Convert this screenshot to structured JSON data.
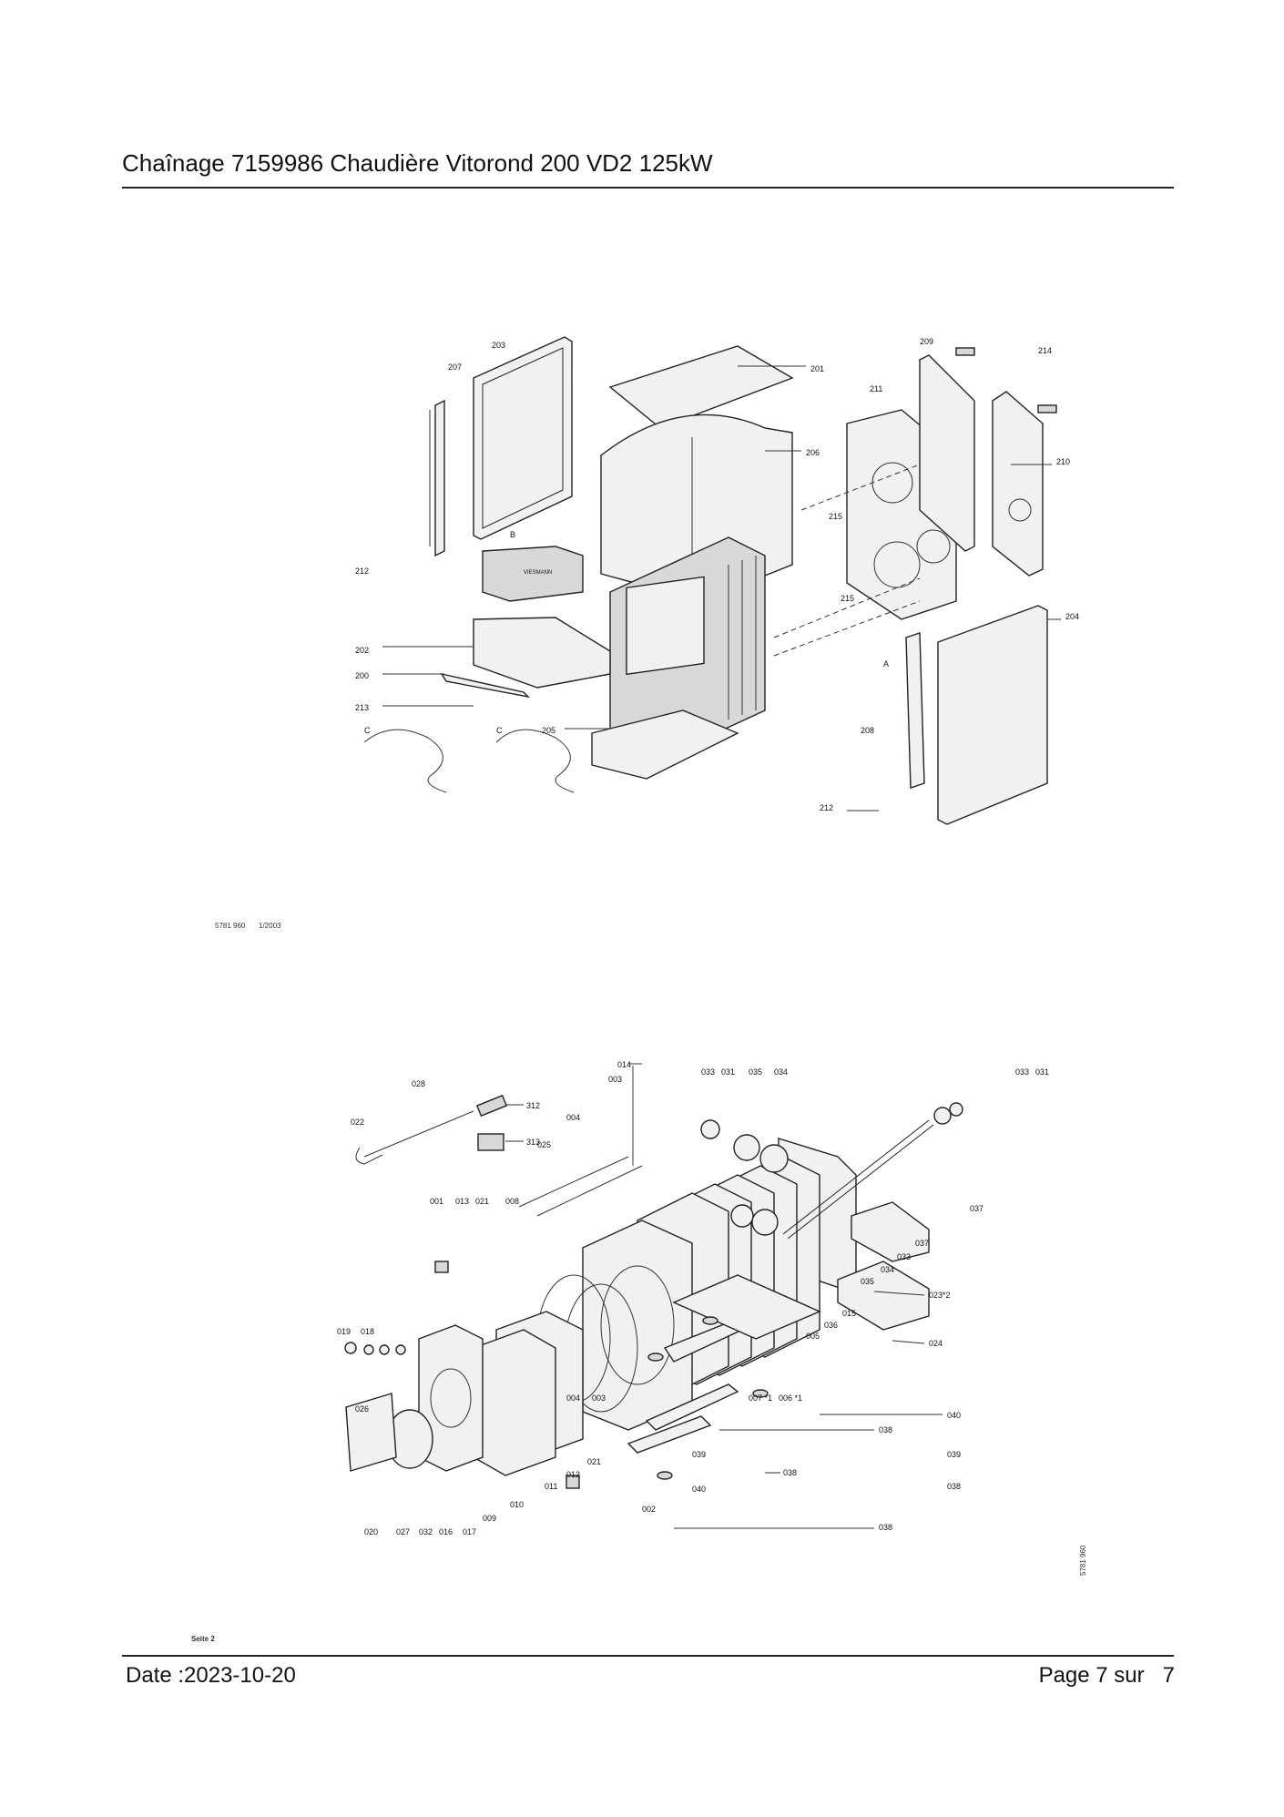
{
  "header": {
    "title": "Chaînage 7159986 Chaudière Vitorond 200 VD2 125kW"
  },
  "footer": {
    "date": "Date :2023-10-20",
    "page": "Page 7 sur   7"
  },
  "diagram_top": {
    "ref_code": "5781 960",
    "ref_date": "1/2003",
    "labels": [
      "203",
      "207",
      "201",
      "209",
      "214",
      "211",
      "206",
      "210",
      "215",
      "212",
      "202",
      "200",
      "213",
      "205",
      "204",
      "208",
      "215",
      "212"
    ],
    "markers": [
      "B",
      "A",
      "C",
      "C"
    ],
    "logo_text": "VIESMANN"
  },
  "diagram_bottom": {
    "ref_code": "5781 960",
    "seite": "Seite 2",
    "labels": [
      "014",
      "003",
      "033",
      "031",
      "035",
      "034",
      "033",
      "031",
      "028",
      "312",
      "022",
      "313",
      "004",
      "025",
      "001",
      "013",
      "021",
      "008",
      "037",
      "037",
      "033",
      "034",
      "035",
      "023*2",
      "036",
      "015",
      "005",
      "024",
      "019",
      "018",
      "026",
      "004",
      "003",
      "007 *1",
      "006 *1",
      "040",
      "038",
      "039",
      "039",
      "038",
      "040",
      "038",
      "038",
      "020",
      "027",
      "032",
      "016",
      "017",
      "009",
      "010",
      "011",
      "012",
      "021",
      "002"
    ]
  }
}
